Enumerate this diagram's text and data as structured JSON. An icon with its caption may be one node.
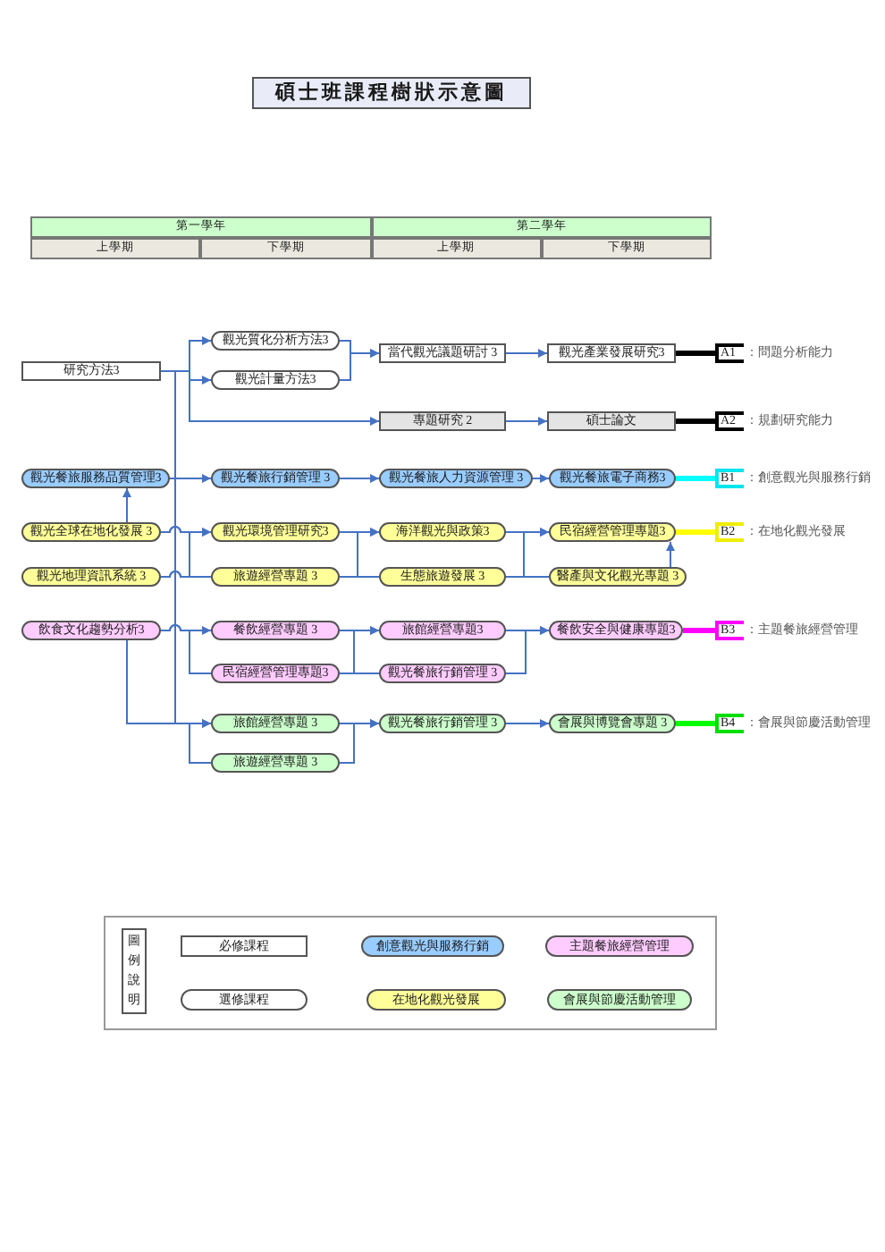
{
  "diagram": {
    "title": "碩士班課程樹狀示意圖",
    "nodes": [
      {
        "text": [
          "研究方法3"
        ]
      },
      {
        "text": [
          "觀光質化分析方法3"
        ]
      },
      {
        "text": [
          "當代觀光議題研討 3"
        ]
      },
      {
        "text": [
          "觀光產業發展研究3"
        ]
      },
      {
        "text": [
          "A1"
        ],
        "beside": [
          "：問題分析能力"
        ]
      },
      {
        "text": [
          "觀光計量方法3"
        ]
      },
      {
        "text": [
          "專題研究 2"
        ]
      },
      {
        "text": [
          "碩士論文"
        ]
      },
      {
        "text": [
          "A2"
        ],
        "beside": [
          "：規劃研究能力"
        ]
      },
      {
        "text": [
          "觀光餐旅服務品質管理3"
        ]
      },
      {
        "text": [
          "觀光餐旅行銷管理 3"
        ]
      },
      {
        "text": [
          "觀光餐旅人力資源管理 3"
        ]
      },
      {
        "text": [
          "觀光餐旅電子商務3"
        ]
      },
      {
        "text": [
          "B1"
        ],
        "beside": [
          "：創意觀光與服務行銷"
        ]
      },
      {
        "text": [
          "觀光全球在地化發展 3"
        ]
      },
      {
        "text": [
          "觀光環境管理研究3"
        ]
      },
      {
        "text": [
          "海洋觀光與政策3"
        ]
      },
      {
        "text": [
          "民宿經營管理專題3"
        ]
      },
      {
        "text": [
          "B2"
        ],
        "beside": [
          "：在地化觀光發展"
        ]
      },
      {
        "text": [
          "觀光地理資訊系統 3"
        ]
      },
      {
        "text": [
          "旅遊經營專題 3"
        ]
      },
      {
        "text": [
          "生態旅遊發展 3"
        ]
      },
      {
        "text": [
          "醫產與文化觀光專題 3"
        ]
      },
      {
        "text": [
          "飲食文化趨勢分析3"
        ]
      },
      {
        "text": [
          "餐飲經營專題 3"
        ]
      },
      {
        "text": [
          "旅館經營專題3"
        ]
      },
      {
        "text": [
          "餐飲安全與健康專題3"
        ]
      },
      {
        "text": [
          "B3"
        ],
        "beside": [
          "：主題餐旅經營管理"
        ]
      },
      {
        "text": [
          "民宿經營管理專題3"
        ]
      },
      {
        "text": [
          "觀光餐旅行銷管理 3"
        ]
      },
      {
        "text": [
          "旅館經營專題 3"
        ]
      },
      {
        "text": [
          "觀光餐旅行銷管理 3"
        ]
      },
      {
        "text": [
          "會展與博覽會專題 3"
        ]
      },
      {
        "text": [
          "B4"
        ],
        "beside": [
          "：會展與節慶活動管理"
        ]
      },
      {
        "text": [
          "旅遊經營專題 3"
        ]
      }
    ],
    "edges": [
      {
        "from": 0,
        "to": 1,
        "arrow": "to"
      },
      {
        "from": 0,
        "to": 5,
        "arrow": "to"
      },
      {
        "from": 0,
        "to": 6,
        "arrow": "to"
      },
      {
        "from": 0,
        "to": 30,
        "arrow": "to"
      },
      {
        "from": 1,
        "to": 2,
        "arrow": "to"
      },
      {
        "from": 5,
        "to": 2,
        "arrow": "to"
      },
      {
        "from": 2,
        "to": 3,
        "arrow": "to"
      },
      {
        "from": 3,
        "to": 4,
        "arrow": "none",
        "style": "thick",
        "color": "#000000"
      },
      {
        "from": 6,
        "to": 7,
        "arrow": "to"
      },
      {
        "from": 7,
        "to": 8,
        "arrow": "none",
        "style": "thick",
        "color": "#000000"
      },
      {
        "from": 9,
        "to": 10,
        "arrow": "to"
      },
      {
        "from": 10,
        "to": 11,
        "arrow": "to"
      },
      {
        "from": 11,
        "to": 12,
        "arrow": "to"
      },
      {
        "from": 12,
        "to": 13,
        "arrow": "none",
        "style": "thick",
        "color": "#00ffff"
      },
      {
        "from": 14,
        "to": 9,
        "arrow": "to"
      },
      {
        "from": 14,
        "to": 15,
        "arrow": "to"
      },
      {
        "from": 14,
        "to": 20,
        "arrow": "none"
      },
      {
        "from": 19,
        "to": 15,
        "arrow": "to"
      },
      {
        "from": 19,
        "to": 20,
        "arrow": "none"
      },
      {
        "from": 15,
        "to": 16,
        "arrow": "to"
      },
      {
        "from": 15,
        "to": 21,
        "arrow": "none"
      },
      {
        "from": 20,
        "to": 21,
        "arrow": "none"
      },
      {
        "from": 20,
        "to": 16,
        "arrow": "to"
      },
      {
        "from": 16,
        "to": 17,
        "arrow": "to"
      },
      {
        "from": 16,
        "to": 22,
        "arrow": "none"
      },
      {
        "from": 21,
        "to": 22,
        "arrow": "none"
      },
      {
        "from": 21,
        "to": 17,
        "arrow": "to"
      },
      {
        "from": 17,
        "to": 18,
        "arrow": "none",
        "style": "thick",
        "color": "#ffff00"
      },
      {
        "from": 22,
        "to": 17,
        "arrow": "to"
      },
      {
        "from": 23,
        "to": 24,
        "arrow": "to"
      },
      {
        "from": 23,
        "to": 28,
        "arrow": "none"
      },
      {
        "from": 23,
        "to": 30,
        "arrow": "to"
      },
      {
        "from": 23,
        "to": 34,
        "arrow": "none"
      },
      {
        "from": 24,
        "to": 25,
        "arrow": "to"
      },
      {
        "from": 24,
        "to": 29,
        "arrow": "none"
      },
      {
        "from": 28,
        "to": 25,
        "arrow": "to"
      },
      {
        "from": 28,
        "to": 29,
        "arrow": "none"
      },
      {
        "from": 25,
        "to": 26,
        "arrow": "to"
      },
      {
        "from": 29,
        "to": 26,
        "arrow": "to"
      },
      {
        "from": 26,
        "to": 27,
        "arrow": "none",
        "style": "thick",
        "color": "#ff00ff"
      },
      {
        "from": 30,
        "to": 31,
        "arrow": "to"
      },
      {
        "from": 34,
        "to": 31,
        "arrow": "to"
      },
      {
        "from": 31,
        "to": 32,
        "arrow": "to"
      },
      {
        "from": 32,
        "to": 33,
        "arrow": "none",
        "style": "thick",
        "color": "#00ff00"
      },
      {
        "from": 0,
        "to": 34,
        "arrow": "none"
      }
    ],
    "labels": [
      "第一學年",
      "第二學年",
      "上學期",
      "下學期",
      "上學期",
      "下學期",
      "圖例說明"
    ],
    "legend": [
      {
        "text": "必修課程"
      },
      {
        "text": "創意觀光與服務行銷",
        "color": "#99ccff"
      },
      {
        "text": "主題餐旅經營管理",
        "color": "#ffccff"
      },
      {
        "text": "選修課程"
      },
      {
        "text": "在地化觀光發展",
        "color": "#ffff99"
      },
      {
        "text": "會展與節慶活動管理",
        "color": "#ccffcc"
      }
    ]
  }
}
